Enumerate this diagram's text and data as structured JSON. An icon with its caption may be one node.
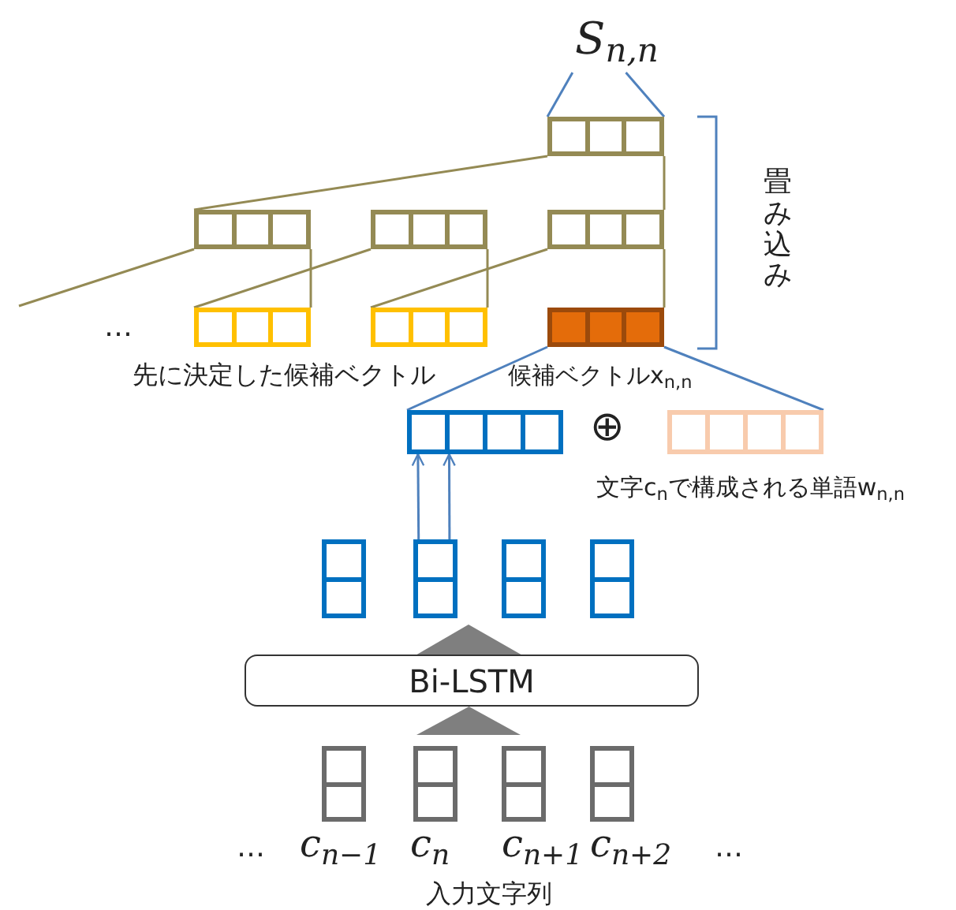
{
  "diagram": {
    "nodes": [
      {
        "text": [
          "S$_{n,n}$"
        ]
      },
      {
        "text": [],
        "shape": "box"
      },
      {
        "text": [],
        "shape": "box"
      },
      {
        "text": [],
        "shape": "box"
      },
      {
        "text": [],
        "shape": "box"
      },
      {
        "text": [],
        "shape": "box"
      },
      {
        "text": [],
        "shape": "box"
      },
      {
        "text": [],
        "shape": "box",
        "beside": [
          "候補ベクトルx$_{n,n}$"
        ]
      },
      {
        "text": [],
        "shape": "box"
      },
      {
        "text": [],
        "shape": "box",
        "beside": [
          "文字c$_{n}$で構成される単語w$_{n,n}$"
        ]
      },
      {
        "text": [],
        "shape": "box"
      },
      {
        "text": [],
        "shape": "box"
      },
      {
        "text": [],
        "shape": "box"
      },
      {
        "text": [],
        "shape": "box"
      },
      {
        "text": [
          "Bi-LSTM"
        ]
      },
      {
        "text": [],
        "shape": "box",
        "beside": [
          "c$_{n−1}$"
        ]
      },
      {
        "text": [],
        "shape": "box",
        "beside": [
          "c$_{n}$"
        ]
      },
      {
        "text": [],
        "shape": "box",
        "beside": [
          "c$_{n+1}$"
        ]
      },
      {
        "text": [],
        "shape": "box",
        "beside": [
          "c$_{n+2}$"
        ]
      }
    ],
    "edges": [
      {
        "from": 1,
        "to": 0,
        "arrow": "none",
        "color": "#4f81bd"
      },
      {
        "from": 1,
        "to": 0,
        "arrow": "none",
        "color": "#4f81bd"
      },
      {
        "from": 1,
        "to": 2,
        "arrow": "none"
      },
      {
        "from": 1,
        "to": 4,
        "arrow": "none"
      },
      {
        "from": 2,
        "to": null,
        "arrow": "none"
      },
      {
        "from": 2,
        "to": 5,
        "arrow": "none"
      },
      {
        "from": 3,
        "to": 5,
        "arrow": "none"
      },
      {
        "from": 3,
        "to": 6,
        "arrow": "none"
      },
      {
        "from": 4,
        "to": 6,
        "arrow": "none"
      },
      {
        "from": 4,
        "to": 7,
        "arrow": "none"
      },
      {
        "from": 7,
        "to": 8,
        "arrow": "none",
        "color": "#4f81bd"
      },
      {
        "from": 7,
        "to": 9,
        "arrow": "none",
        "color": "#4f81bd"
      },
      {
        "from": 11,
        "to": 8,
        "arrow": "to",
        "color": "#4f81bd"
      },
      {
        "from": 11,
        "to": 8,
        "arrow": "to",
        "color": "#4f81bd"
      },
      {
        "from": null,
        "to": 14,
        "arrow": "to",
        "color": "#7f7f7f"
      },
      {
        "from": 14,
        "to": null,
        "arrow": "to",
        "color": "#7f7f7f"
      }
    ],
    "labels": [
      "畳み込み",
      "…",
      "先に決定した候補ベクトル",
      "⊕",
      "…",
      "…",
      "入力文字列"
    ]
  }
}
